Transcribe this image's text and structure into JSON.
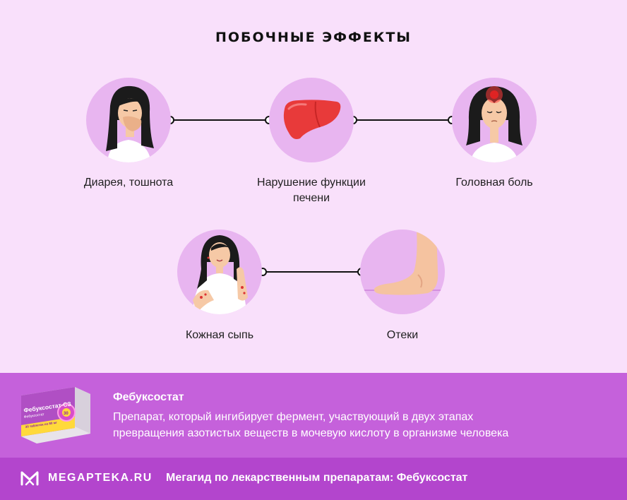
{
  "title": "ПОБОЧНЫЕ ЭФФЕКТЫ",
  "effects": [
    {
      "label": "Диарея, тошнота"
    },
    {
      "label_line1": "Нарушение функции",
      "label_line2": "печени"
    },
    {
      "label": "Головная боль"
    },
    {
      "label": "Кожная сыпь"
    },
    {
      "label": "Отеки"
    }
  ],
  "drug": {
    "name": "Фебуксостат",
    "description_line1": "Препарат, который ингибирует фермент, участвующий в двух этапах",
    "description_line2": "превращения азотистых веществ в мочевую кислоту в организме человека",
    "box_brand": "Фебуксостат-СЗ",
    "box_sub": "Фебуксостат",
    "box_dose": "30 таблеток по 80 мг",
    "box_count": "30"
  },
  "footer": {
    "logo_text": "MEGAPTEKA.RU",
    "text": "Мегагид по лекарственным препаратам: Фебуксостат"
  },
  "colors": {
    "background": "#f9e0fb",
    "circle": "#e8b5f0",
    "info_bar": "#c561db",
    "footer_bar": "#b345cd",
    "liver": "#e83a3a"
  }
}
